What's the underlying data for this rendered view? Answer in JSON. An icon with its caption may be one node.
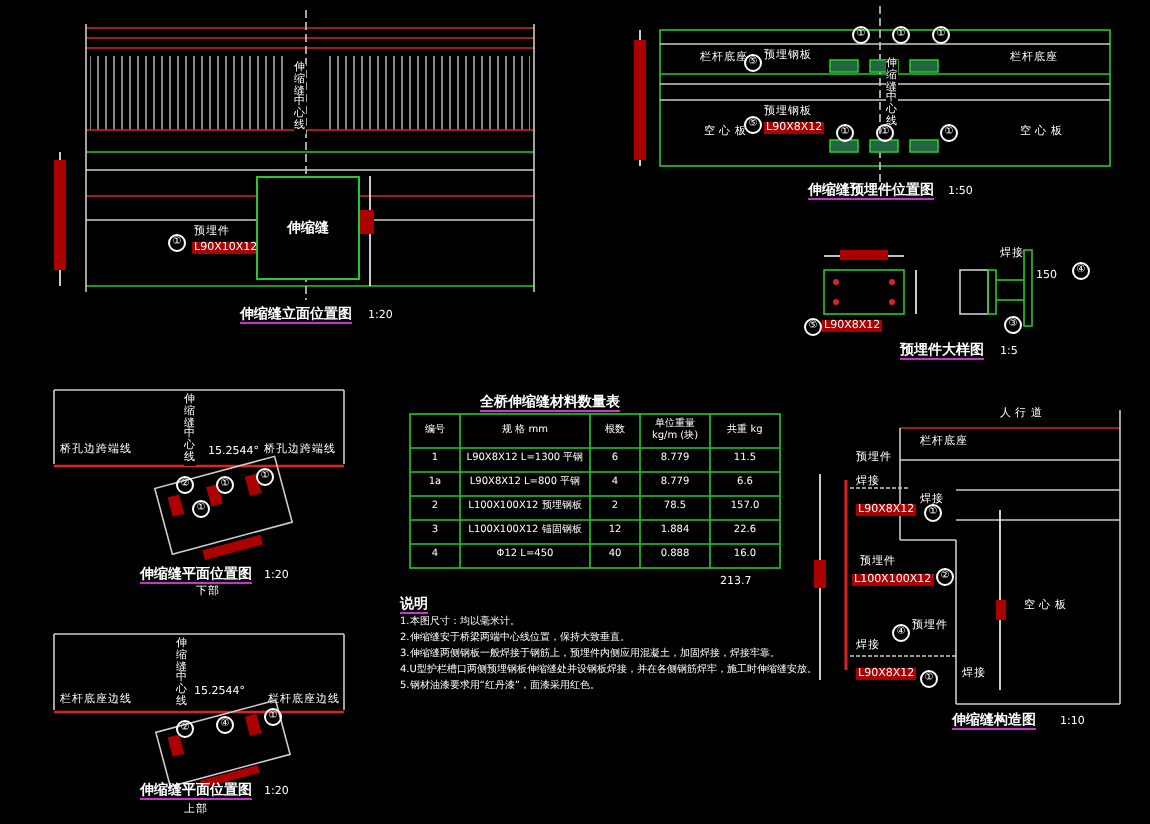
{
  "diagram": {
    "nodes": [
      {
        "text": [
          "伸缩缝"
        ]
      }
    ],
    "labels": [
      "伸缩缝中心线",
      "预埋件",
      "①",
      "L90X10X12",
      "伸缩缝立面位置图",
      "1:20",
      "栏杆底座",
      "⑤",
      "预埋钢板",
      "①",
      "①",
      "①",
      "栏杆底座",
      "伸缩缝中心线",
      "⑤",
      "预埋钢板",
      "L90X8X12",
      "空 心 板",
      "①",
      "①",
      "①",
      "空 心 板",
      "伸缩缝预埋件位置图",
      "1:50",
      "焊接",
      "④",
      "150",
      "⑤",
      "L90X8X12",
      "③",
      "预埋件大样图",
      "1:5",
      "伸缩缝中心线",
      "桥孔边跨端线",
      "15.2544°",
      "桥孔边跨端线",
      "②",
      "①",
      "①",
      "①",
      "伸缩缝平面位置图",
      "1:20",
      "下部",
      "伸缩缝中心线",
      "栏杆底座边线",
      "15.2544°",
      "栏杆底座边线",
      "②",
      "④",
      "①",
      "伸缩缝平面位置图",
      "1:20",
      "上部",
      "全桥伸缩缝材料数量表",
      "编号",
      "规 格 mm",
      "根数",
      "单位重量 kg/m (块)",
      "共重 kg",
      "1",
      "L90X8X12 L=1300 平钢",
      "6",
      "8.779",
      "11.5",
      "1a",
      "L90X8X12 L=800 平钢",
      "4",
      "8.779",
      "6.6",
      "2",
      "L100X100X12 预埋钢板",
      "2",
      "78.5",
      "157.0",
      "3",
      "L100X100X12 锚固钢板",
      "12",
      "1.884",
      "22.6",
      "4",
      "Φ12 L=450",
      "40",
      "0.888",
      "16.0",
      "213.7",
      "说明",
      "1.本图尺寸：均以毫米计。",
      "2.伸缩缝安于桥梁两端中心线位置，保持大致垂直。",
      "3.伸缩缝两侧钢板一般焊接于钢筋上，预埋件内侧应用混凝土，加固焊接，焊接牢靠。",
      "4.U型护栏槽口两侧预埋钢板伸缩缝处并设钢板焊接，并在各侧钢筋焊牢，施工时伸缩缝安放。",
      "5.钢材油漆要求用“红丹漆”，面漆采用红色。",
      "人 行 道",
      "栏杆底座",
      "预埋件",
      "焊接",
      "焊接",
      "L90X8X12",
      "①",
      "预埋件",
      "L100X100X12",
      "②",
      "空 心 板",
      "焊接",
      "预埋件",
      "④",
      "L90X8X12",
      "①",
      "焊接",
      "伸缩缝构造图",
      "1:10"
    ]
  }
}
